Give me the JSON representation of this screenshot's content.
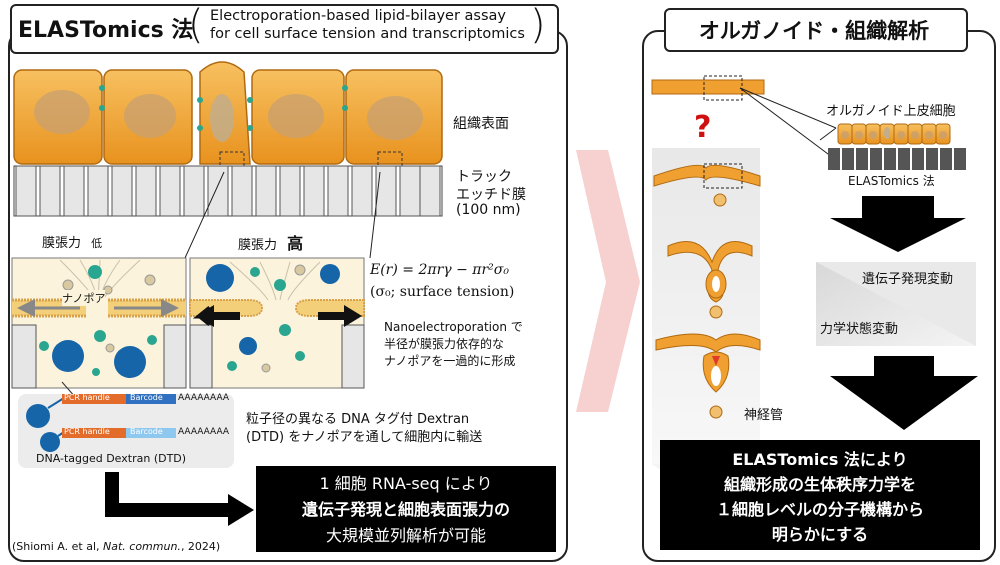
{
  "left": {
    "title_main": "ELASTomics 法",
    "title_line1": "Electroporation-based lipid-bilayer assay",
    "title_line2": "for cell surface tension and transcriptomics",
    "label_surface": "組織表面",
    "label_membrane_1": "トラック",
    "label_membrane_2": "エッチド膜",
    "label_membrane_3": "(100 nm)",
    "tension_low_a": "膜張力",
    "tension_low_b": "低",
    "tension_high_a": "膜張力",
    "tension_high_b": "高",
    "nanopore": "ナノポア",
    "equation": "E(r) = 2πrγ − πr²σ₀",
    "equation_note": "(σ₀; surface tension)",
    "nanoep_1": "Nanoelectroporation で",
    "nanoep_2": "半径が膜張力依存的な",
    "nanoep_3": "ナノポアを一過的に形成",
    "pcr1": "PCR handle",
    "barcode1": "Barcode",
    "polyA1": "AAAAAAAA",
    "pcr2": "PCR handle",
    "barcode2": "Barcode",
    "polyA2": "AAAAAAAA",
    "dtd_label": "DNA-tagged Dextran (DTD)",
    "dtd_desc_1": "粒子径の異なる DNA タグ付 Dextran",
    "dtd_desc_2": "(DTD) をナノポアを通して細胞内に輸送",
    "result_1": "1 細胞 RNA-seq により",
    "result_2": "遺伝子発現と細胞表面張力の",
    "result_3": "大規模並列解析が可能",
    "citation_pre": "(Shiomi A. et al, ",
    "citation_journal": "Nat. commun.",
    "citation_post": ", 2024)"
  },
  "right": {
    "title": "オルガノイド・組織解析",
    "question": "?",
    "organoid_label": "オルガノイド上皮細胞",
    "elastomics_label": "ELASTomics 法",
    "gene_change": "遺伝子発現変動",
    "mech_change": "力学状態変動",
    "neural_tube": "神経管",
    "result_1": "ELASTomics 法により",
    "result_2": "組織形成の生体秩序力学を",
    "result_3": "１細胞レベルの分子機構から",
    "result_4": "明らかにする"
  },
  "colors": {
    "cell_orange": "#f0a030",
    "nucleus": "#c8a070",
    "teal": "#2aa58f",
    "blue": "#1565a8",
    "pcr_orange": "#e46c2a",
    "barcode_blue": "#3070c0",
    "barcode_light": "#8ec8ee",
    "title_red": "#d01010"
  }
}
